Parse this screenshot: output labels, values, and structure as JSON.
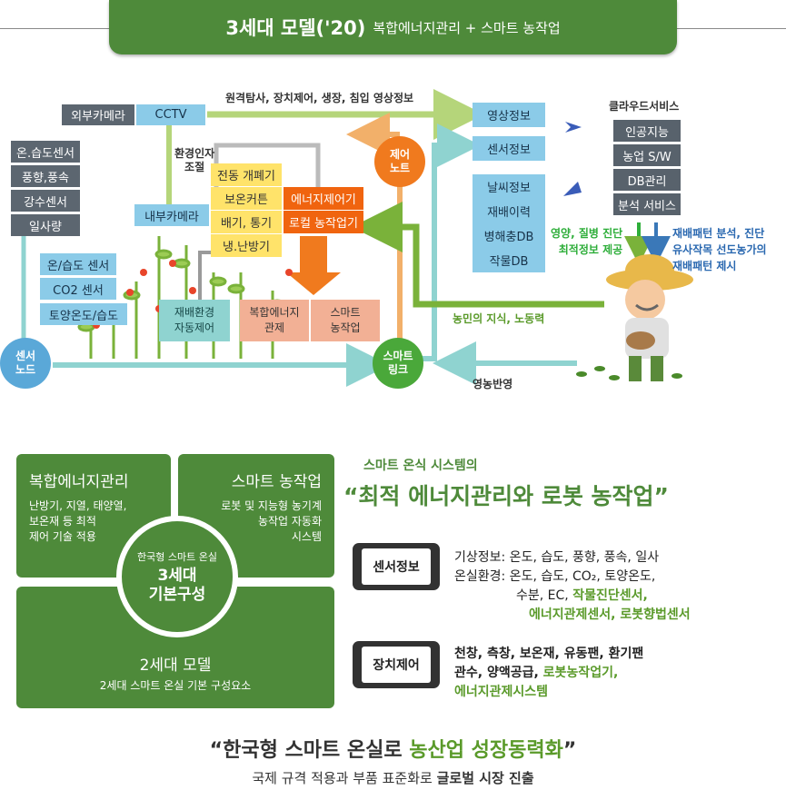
{
  "header": {
    "title": "3세대 모델('20)",
    "subtitle": "복합에너지관리 + 스마트 농작업"
  },
  "diagram": {
    "external_camera": "외부카메라",
    "cctv": "CCTV",
    "remote_label": "원격탐사, 장치제어, 생장, 침입 영상정보",
    "env_factor_label": "환경인자\n조절",
    "control_node": "제어\n노트",
    "outdoor_sensors": [
      "온.습도센서",
      "풍향,풍속",
      "강수센서",
      "일사량"
    ],
    "indoor_camera": "내부카메라",
    "actuators": [
      "전동 개폐기",
      "보온커튼",
      "배기, 통기",
      "냉.난방기"
    ],
    "energy_devices": [
      "에너지제어기",
      "로컬 농작업기"
    ],
    "indoor_sensors": [
      "온/습도 센서",
      "CO2 센서",
      "토양온도/습도"
    ],
    "env_auto": "재배환경\n자동제어",
    "energy_control": "복합에너지\n관제",
    "smart_work": "스마트\n농작업",
    "sensor_node": "센서\n노드",
    "smart_link": "스마트\n링크",
    "data_boxes": [
      "영상정보",
      "센서정보",
      "날씨정보",
      "재배이력",
      "병해충DB",
      "작물DB"
    ],
    "cloud_title": "클라우드서비스",
    "cloud_items": [
      "인공지능",
      "농업 S/W",
      "DB관리",
      "분석 서비스"
    ],
    "diagnosis_label": "영양, 질병 진단\n최적정보 제공",
    "pattern_label": "재배패턴 분석, 진단\n유사작목 선도농가의\n재배패턴 제시",
    "farmer_knowledge": "농민의 지식, 노동력",
    "farming_reflection": "영농반영"
  },
  "panels": {
    "energy": {
      "title": "복합에너지관리",
      "body": "난방기, 지열, 태양열,\n보온재 등 최적\n제어 기술 적용"
    },
    "smart": {
      "title": "스마트 농작업",
      "body": "로봇 및 지능형 농기계\n농작업 자동화\n시스템"
    },
    "base": {
      "title": "2세대 모델",
      "body": "2세대 스마트 온실 기본 구성요소"
    },
    "center_small": "한국형 스마트 온실",
    "center_big": "3세대\n기본구성"
  },
  "right_info": {
    "intro": "스마트 온식 시스템의",
    "headline": "“최적 에너지관리와 로봇 농작업”",
    "sensor_tag": "센서정보",
    "sensor_line1": "기상정보: 온도, 습도, 풍향, 풍속, 일사",
    "sensor_line2": "온실환경: 온도, 습도, CO₂, 토양온도,",
    "sensor_line3_plain": "수분, EC, ",
    "sensor_line3_green": "작물진단센서,",
    "sensor_line4_green": "에너지관제센서, 로봇향법센서",
    "device_tag": "장치제어",
    "device_line1": "천창, 측창, 보온재, 유동팬, 환기팬",
    "device_line2_plain": "관수, 양액공급, ",
    "device_line2_green": "로봇농작업기,",
    "device_line3_green": "에너지관제시스템"
  },
  "footer": {
    "quote_open": "“한국형 스마트 온실로 ",
    "quote_green": "농산업 성장동력화",
    "quote_close": "”",
    "sub_plain": "국제 규격 적용과 부품 표준화로 ",
    "sub_bold": "글로벌 시장 진출"
  },
  "colors": {
    "green": "#4e8a3a",
    "accent_green": "#5a9a2a",
    "orange": "#f0640f",
    "blue": "#8bcbe8"
  }
}
